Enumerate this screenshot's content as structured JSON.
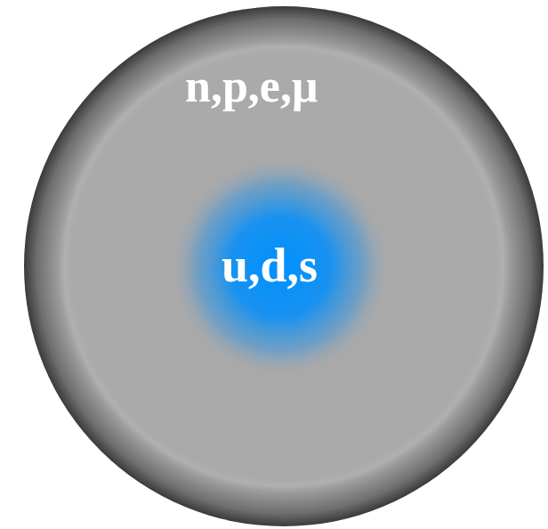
{
  "diagram": {
    "nodes": [
      {
        "text": [
          "n,p,e,μ"
        ]
      },
      {
        "text": [
          "u,d,s"
        ],
        "in": 0
      }
    ]
  }
}
